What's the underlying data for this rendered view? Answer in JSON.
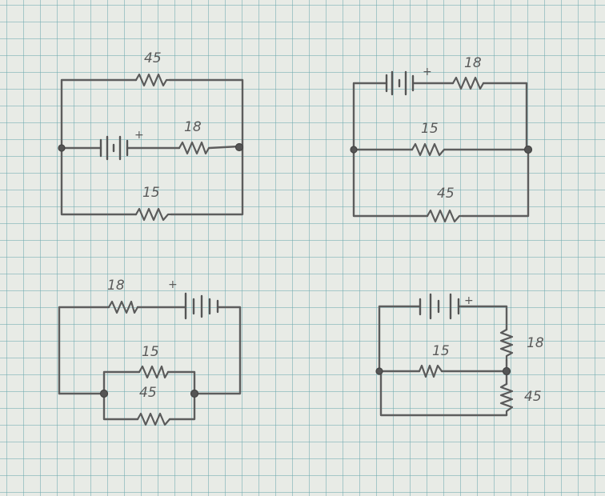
{
  "circuits": [
    {
      "resistors": [
        "45",
        "18",
        "15"
      ],
      "battery_polarity": "+"
    },
    {
      "resistors": [
        "18",
        "15",
        "45"
      ],
      "battery_polarity": "+"
    },
    {
      "resistors": [
        "18",
        "15",
        "45"
      ],
      "battery_polarity": "+"
    },
    {
      "resistors": [
        "18",
        "15",
        "45"
      ],
      "battery_polarity": "+"
    }
  ],
  "colors": {
    "paper": "#e8ebe6",
    "grid": "#6eaab0",
    "pencil": "#5a5a5a"
  }
}
